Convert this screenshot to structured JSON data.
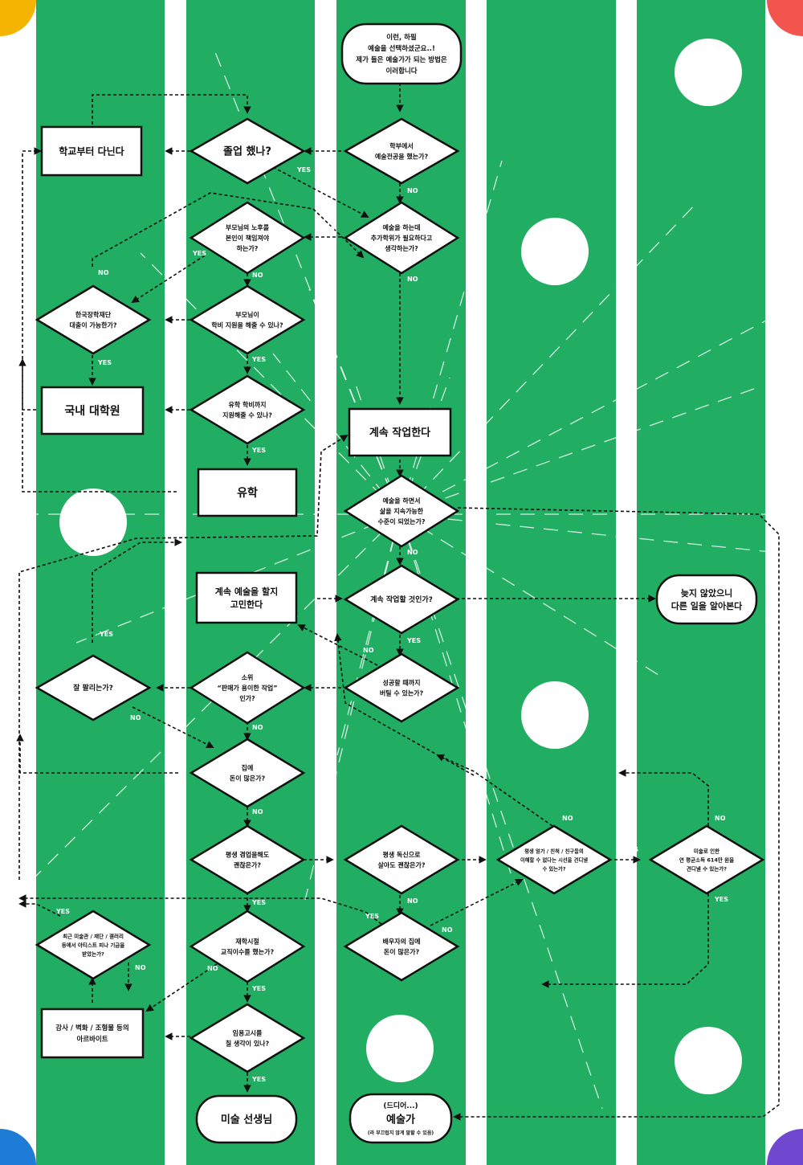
{
  "colors": {
    "green": "#21AE62",
    "orange": "#F39800",
    "purple": "#6A3CC8",
    "blue": "#1F6FB5",
    "red": "#E8403A",
    "olive": "#6BA32E",
    "corner_yellow": "#F5B400",
    "corner_red": "#F2554D",
    "corner_blue": "#1E7BD6",
    "corner_purple": "#7048D0"
  },
  "labels": {
    "yes": "YES",
    "no": "NO"
  },
  "nodes": {
    "intro": [
      "이런, 하필",
      "예술을 선택하셨군요..!",
      "제가 들은 예술가가 되는 방법은",
      "이러합니다"
    ],
    "studied_art": [
      "학부에서",
      "예술전공을 했는가?"
    ],
    "graduated": [
      "졸업 했나?"
    ],
    "school_first": [
      "학교부터 다닌다"
    ],
    "need_degree": [
      "예술을 하는데",
      "추가학위가 필요하다고",
      "생각하는가?"
    ],
    "parents_old_age": [
      "부모님의 노후를",
      "본인이 책임져야",
      "하는가?"
    ],
    "parents_tuition": [
      "부모님이",
      "학비 지원을 해줄 수 있나?"
    ],
    "kosaf_loan": [
      "한국장학재단",
      "대출이 가능한가?"
    ],
    "domestic_grad": [
      "국내 대학원"
    ],
    "abroad_support": [
      "유학 학비까지",
      "지원해줄 수 있나?"
    ],
    "abroad": [
      "유학"
    ],
    "keep_working": [
      "계속 작업한다"
    ],
    "sustainable": [
      "예술을 하면서",
      "삶을 지속가능한",
      "수준이 되었는가?"
    ],
    "will_continue": [
      "계속 작업할 것인가?"
    ],
    "consider_quit": [
      "계속 예술을 할지",
      "고민한다"
    ],
    "not_too_late": [
      "늦지 않았으니",
      "다른 일을 알아본다"
    ],
    "hold_on": [
      "성공할 때까지",
      "버틸 수 있는가?"
    ],
    "sellable_work": [
      "소위",
      "“판매가 용이한 작업”",
      "인가?"
    ],
    "sells_well": [
      "잘 팔리는가?"
    ],
    "rich_family": [
      "집에",
      "돈이 많은가?"
    ],
    "lifelong_side_job": [
      "평생 겸업을해도",
      "괜찮은가?"
    ],
    "stay_single": [
      "평생 독신으로",
      "살아도 괜찮은가?"
    ],
    "family_gaze": [
      "평생 얼가 / 친척 / 친구들의",
      "이해할 수 없다는 시선을 견디낼",
      "수 있는가?"
    ],
    "low_income": [
      "미술로 인한",
      "연 평균소득 614만 원을",
      "견디낼 수 있는가?"
    ],
    "spouse_rich": [
      "배우자의 집에",
      "돈이 많은가?"
    ],
    "teacher_course": [
      "재학시절",
      "교직이수를 했는가?"
    ],
    "residency": [
      "최근 미술관 / 재단 / 갤러리",
      "등에서 아티스트 피나 기금을",
      "받았는가?"
    ],
    "part_time": [
      "강사 / 벽화 / 조형물 등의",
      "아르바이트"
    ],
    "teacher_exam": [
      "임용고시를",
      "칠 생각이 있나?"
    ],
    "art_teacher": [
      "미술 선생님"
    ],
    "artist_top": [
      "(드디어...)"
    ],
    "artist_main": [
      "예술가"
    ],
    "artist_sub": [
      "(라 부끄럽지 않게 말할 수 있음)"
    ]
  }
}
